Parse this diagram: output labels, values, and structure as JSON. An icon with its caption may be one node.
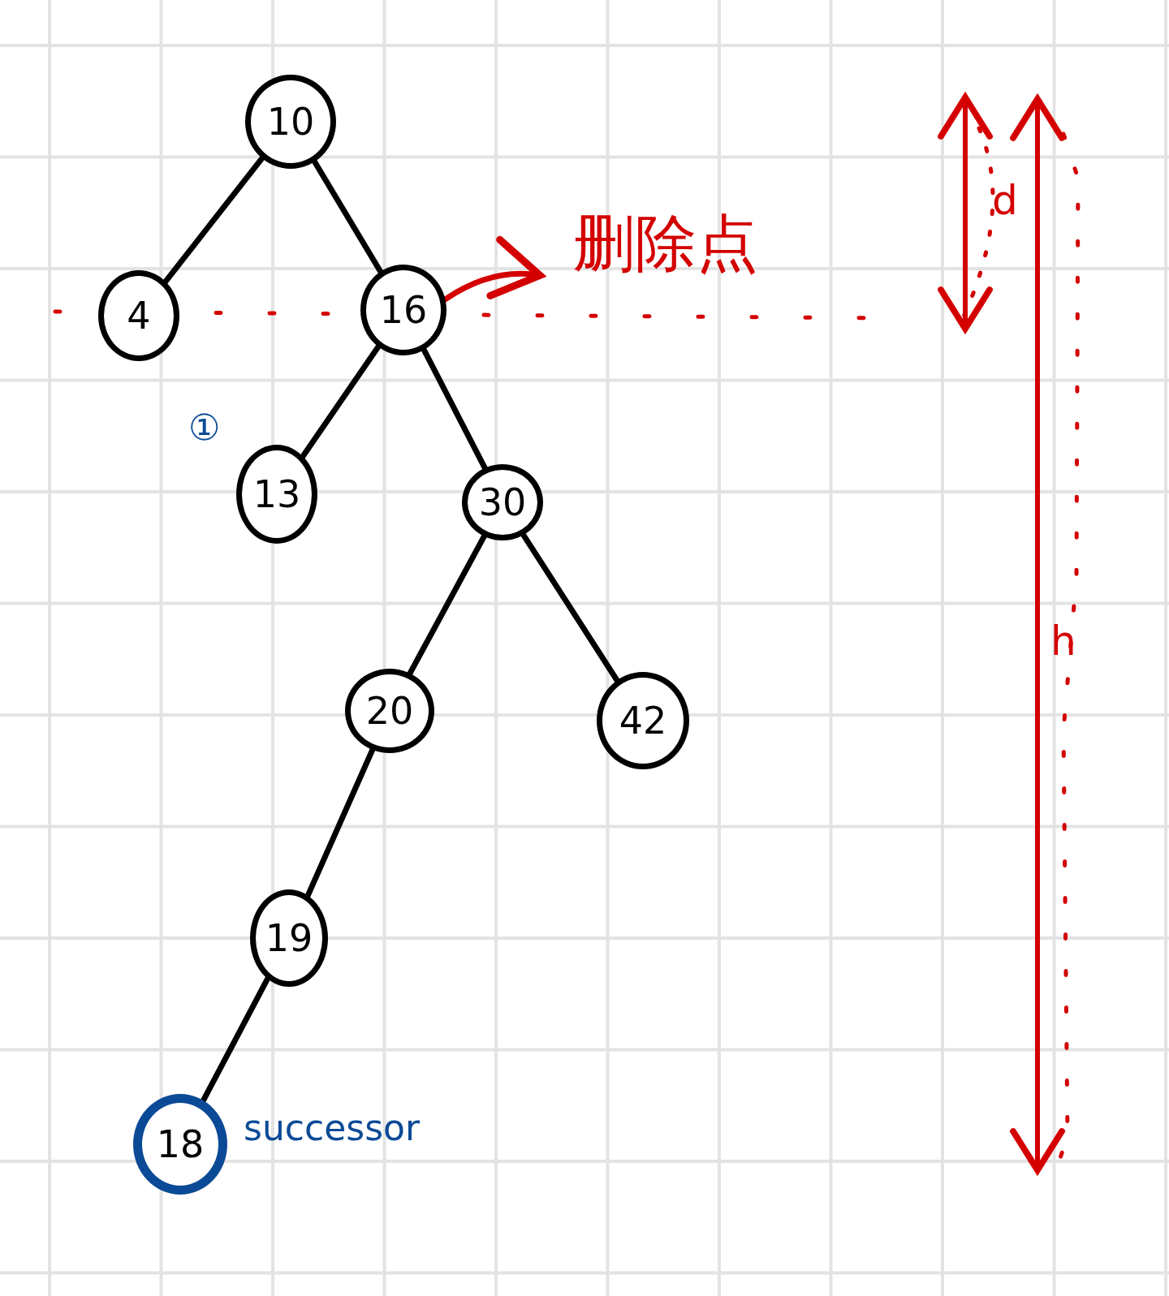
{
  "diagram": {
    "nodes": [
      {
        "text": [
          "10"
        ]
      },
      {
        "text": [
          "4"
        ]
      },
      {
        "text": [
          "16"
        ]
      },
      {
        "text": [
          "13"
        ],
        "beside": [
          "①"
        ]
      },
      {
        "text": [
          "30"
        ]
      },
      {
        "text": [
          "20"
        ]
      },
      {
        "text": [
          "42"
        ]
      },
      {
        "text": [
          "19"
        ]
      },
      {
        "text": [
          "18"
        ],
        "beside": [
          "successor"
        ]
      },
      {
        "text": [
          "删除点"
        ]
      }
    ],
    "edges": [
      {
        "from": 0,
        "to": 1,
        "arrow": "none"
      },
      {
        "from": 0,
        "to": 2,
        "arrow": "none"
      },
      {
        "from": 2,
        "to": 3,
        "arrow": "none"
      },
      {
        "from": 2,
        "to": 4,
        "arrow": "none"
      },
      {
        "from": 4,
        "to": 5,
        "arrow": "none"
      },
      {
        "from": 4,
        "to": 6,
        "arrow": "none"
      },
      {
        "from": 5,
        "to": 7,
        "arrow": "none"
      },
      {
        "from": 7,
        "to": 8,
        "arrow": "none"
      },
      {
        "from": 2,
        "to": 9,
        "arrow": "to",
        "color": "#d40000"
      }
    ],
    "labels": [
      "d",
      "h"
    ]
  }
}
